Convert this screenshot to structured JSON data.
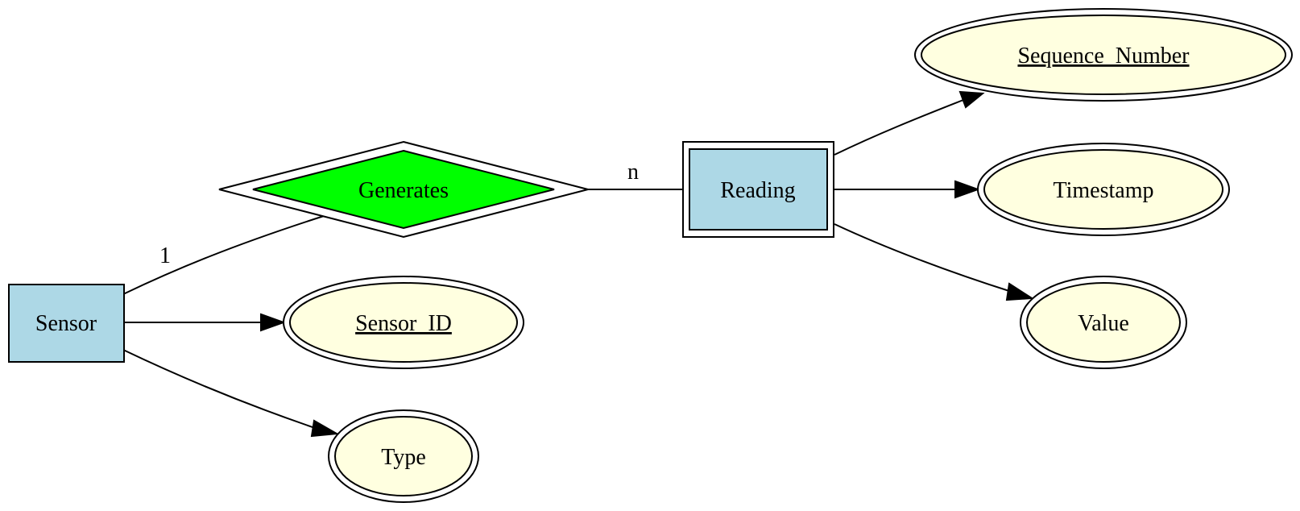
{
  "diagram": {
    "type": "entity-relationship",
    "colors": {
      "entity_fill": "#add8e6",
      "relationship_fill": "#00ff00",
      "attribute_fill": "#ffffe0",
      "stroke": "#000000",
      "background": "#ffffff"
    },
    "entities": [
      {
        "id": "sensor",
        "label": "Sensor",
        "weak": false
      },
      {
        "id": "reading",
        "label": "Reading",
        "weak": true
      }
    ],
    "relationships": [
      {
        "id": "generates",
        "label": "Generates",
        "identifying": true
      }
    ],
    "attributes": [
      {
        "id": "sensor_id",
        "label": "Sensor_ID",
        "owner": "sensor",
        "key": true
      },
      {
        "id": "type",
        "label": "Type",
        "owner": "sensor",
        "key": false
      },
      {
        "id": "sequence_number",
        "label": "Sequence_Number",
        "owner": "reading",
        "key": true
      },
      {
        "id": "timestamp",
        "label": "Timestamp",
        "owner": "reading",
        "key": false
      },
      {
        "id": "value",
        "label": "Value",
        "owner": "reading",
        "key": false
      }
    ],
    "edges": [
      {
        "from": "sensor",
        "to": "generates",
        "label": "1",
        "arrow": false
      },
      {
        "from": "generates",
        "to": "reading",
        "label": "n",
        "arrow": false
      },
      {
        "from": "sensor",
        "to": "sensor_id",
        "label": "",
        "arrow": true
      },
      {
        "from": "sensor",
        "to": "type",
        "label": "",
        "arrow": true
      },
      {
        "from": "reading",
        "to": "sequence_number",
        "label": "",
        "arrow": true
      },
      {
        "from": "reading",
        "to": "timestamp",
        "label": "",
        "arrow": true
      },
      {
        "from": "reading",
        "to": "value",
        "label": "",
        "arrow": true
      }
    ]
  }
}
